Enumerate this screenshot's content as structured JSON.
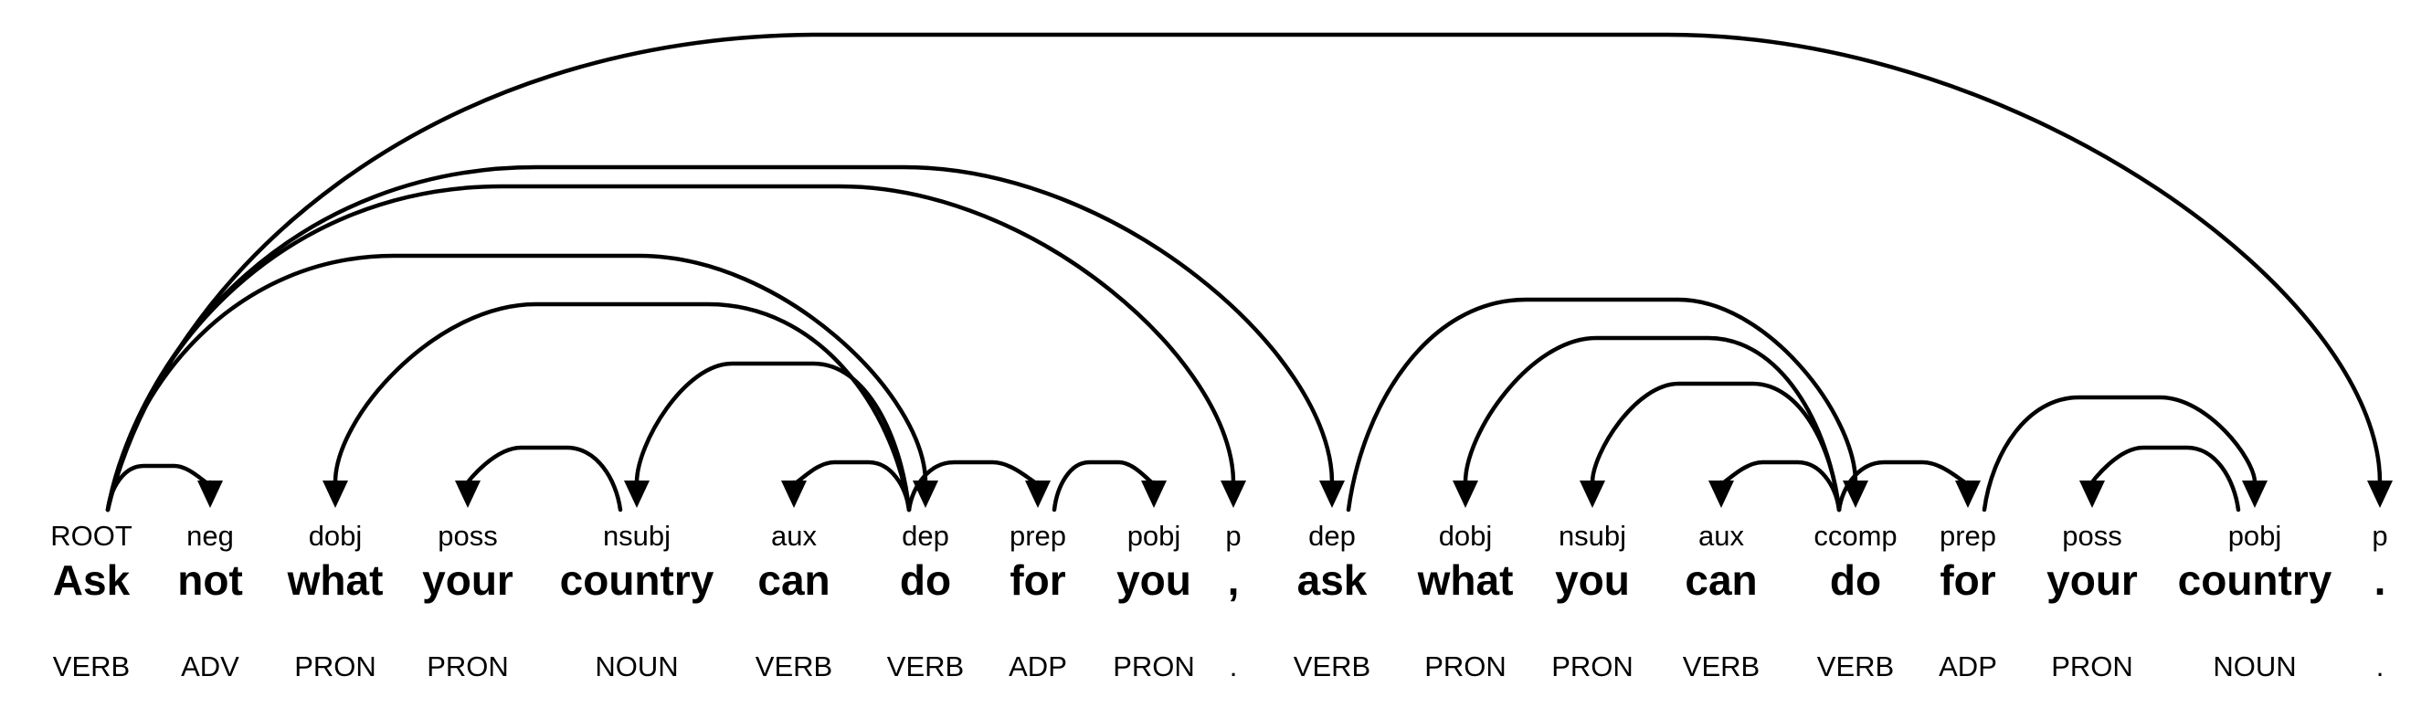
{
  "figure": {
    "type": "dependency-parse",
    "sentence": "Ask not what your country can do for you , ask what you can do for your country .",
    "colors": {
      "ink": "#000000",
      "background": "#ffffff"
    }
  },
  "tokens": [
    {
      "text": "Ask",
      "pos": "VERB",
      "dep": "ROOT"
    },
    {
      "text": "not",
      "pos": "ADV",
      "dep": "neg"
    },
    {
      "text": "what",
      "pos": "PRON",
      "dep": "dobj"
    },
    {
      "text": "your",
      "pos": "PRON",
      "dep": "poss"
    },
    {
      "text": "country",
      "pos": "NOUN",
      "dep": "nsubj"
    },
    {
      "text": "can",
      "pos": "VERB",
      "dep": "aux"
    },
    {
      "text": "do",
      "pos": "VERB",
      "dep": "dep"
    },
    {
      "text": "for",
      "pos": "ADP",
      "dep": "prep"
    },
    {
      "text": "you",
      "pos": "PRON",
      "dep": "pobj"
    },
    {
      "text": ",",
      "pos": ".",
      "dep": "p"
    },
    {
      "text": "ask",
      "pos": "VERB",
      "dep": "dep"
    },
    {
      "text": "what",
      "pos": "PRON",
      "dep": "dobj"
    },
    {
      "text": "you",
      "pos": "PRON",
      "dep": "nsubj"
    },
    {
      "text": "can",
      "pos": "VERB",
      "dep": "aux"
    },
    {
      "text": "do",
      "pos": "VERB",
      "dep": "ccomp"
    },
    {
      "text": "for",
      "pos": "ADP",
      "dep": "prep"
    },
    {
      "text": "your",
      "pos": "PRON",
      "dep": "poss"
    },
    {
      "text": "country",
      "pos": "NOUN",
      "dep": "pobj"
    },
    {
      "text": ".",
      "pos": ".",
      "dep": "p"
    }
  ],
  "arcs": [
    {
      "head": 0,
      "dep": 1,
      "label": "neg"
    },
    {
      "head": 6,
      "dep": 2,
      "label": "dobj"
    },
    {
      "head": 4,
      "dep": 3,
      "label": "poss"
    },
    {
      "head": 6,
      "dep": 4,
      "label": "nsubj"
    },
    {
      "head": 6,
      "dep": 5,
      "label": "aux"
    },
    {
      "head": 0,
      "dep": 6,
      "label": "dep"
    },
    {
      "head": 6,
      "dep": 7,
      "label": "prep"
    },
    {
      "head": 7,
      "dep": 8,
      "label": "pobj"
    },
    {
      "head": 0,
      "dep": 9,
      "label": "p"
    },
    {
      "head": 0,
      "dep": 10,
      "label": "dep"
    },
    {
      "head": 14,
      "dep": 11,
      "label": "dobj"
    },
    {
      "head": 14,
      "dep": 12,
      "label": "nsubj"
    },
    {
      "head": 14,
      "dep": 13,
      "label": "aux"
    },
    {
      "head": 10,
      "dep": 14,
      "label": "ccomp"
    },
    {
      "head": 14,
      "dep": 15,
      "label": "prep"
    },
    {
      "head": 17,
      "dep": 16,
      "label": "poss"
    },
    {
      "head": 15,
      "dep": 17,
      "label": "pobj"
    },
    {
      "head": 0,
      "dep": 18,
      "label": "p"
    }
  ]
}
